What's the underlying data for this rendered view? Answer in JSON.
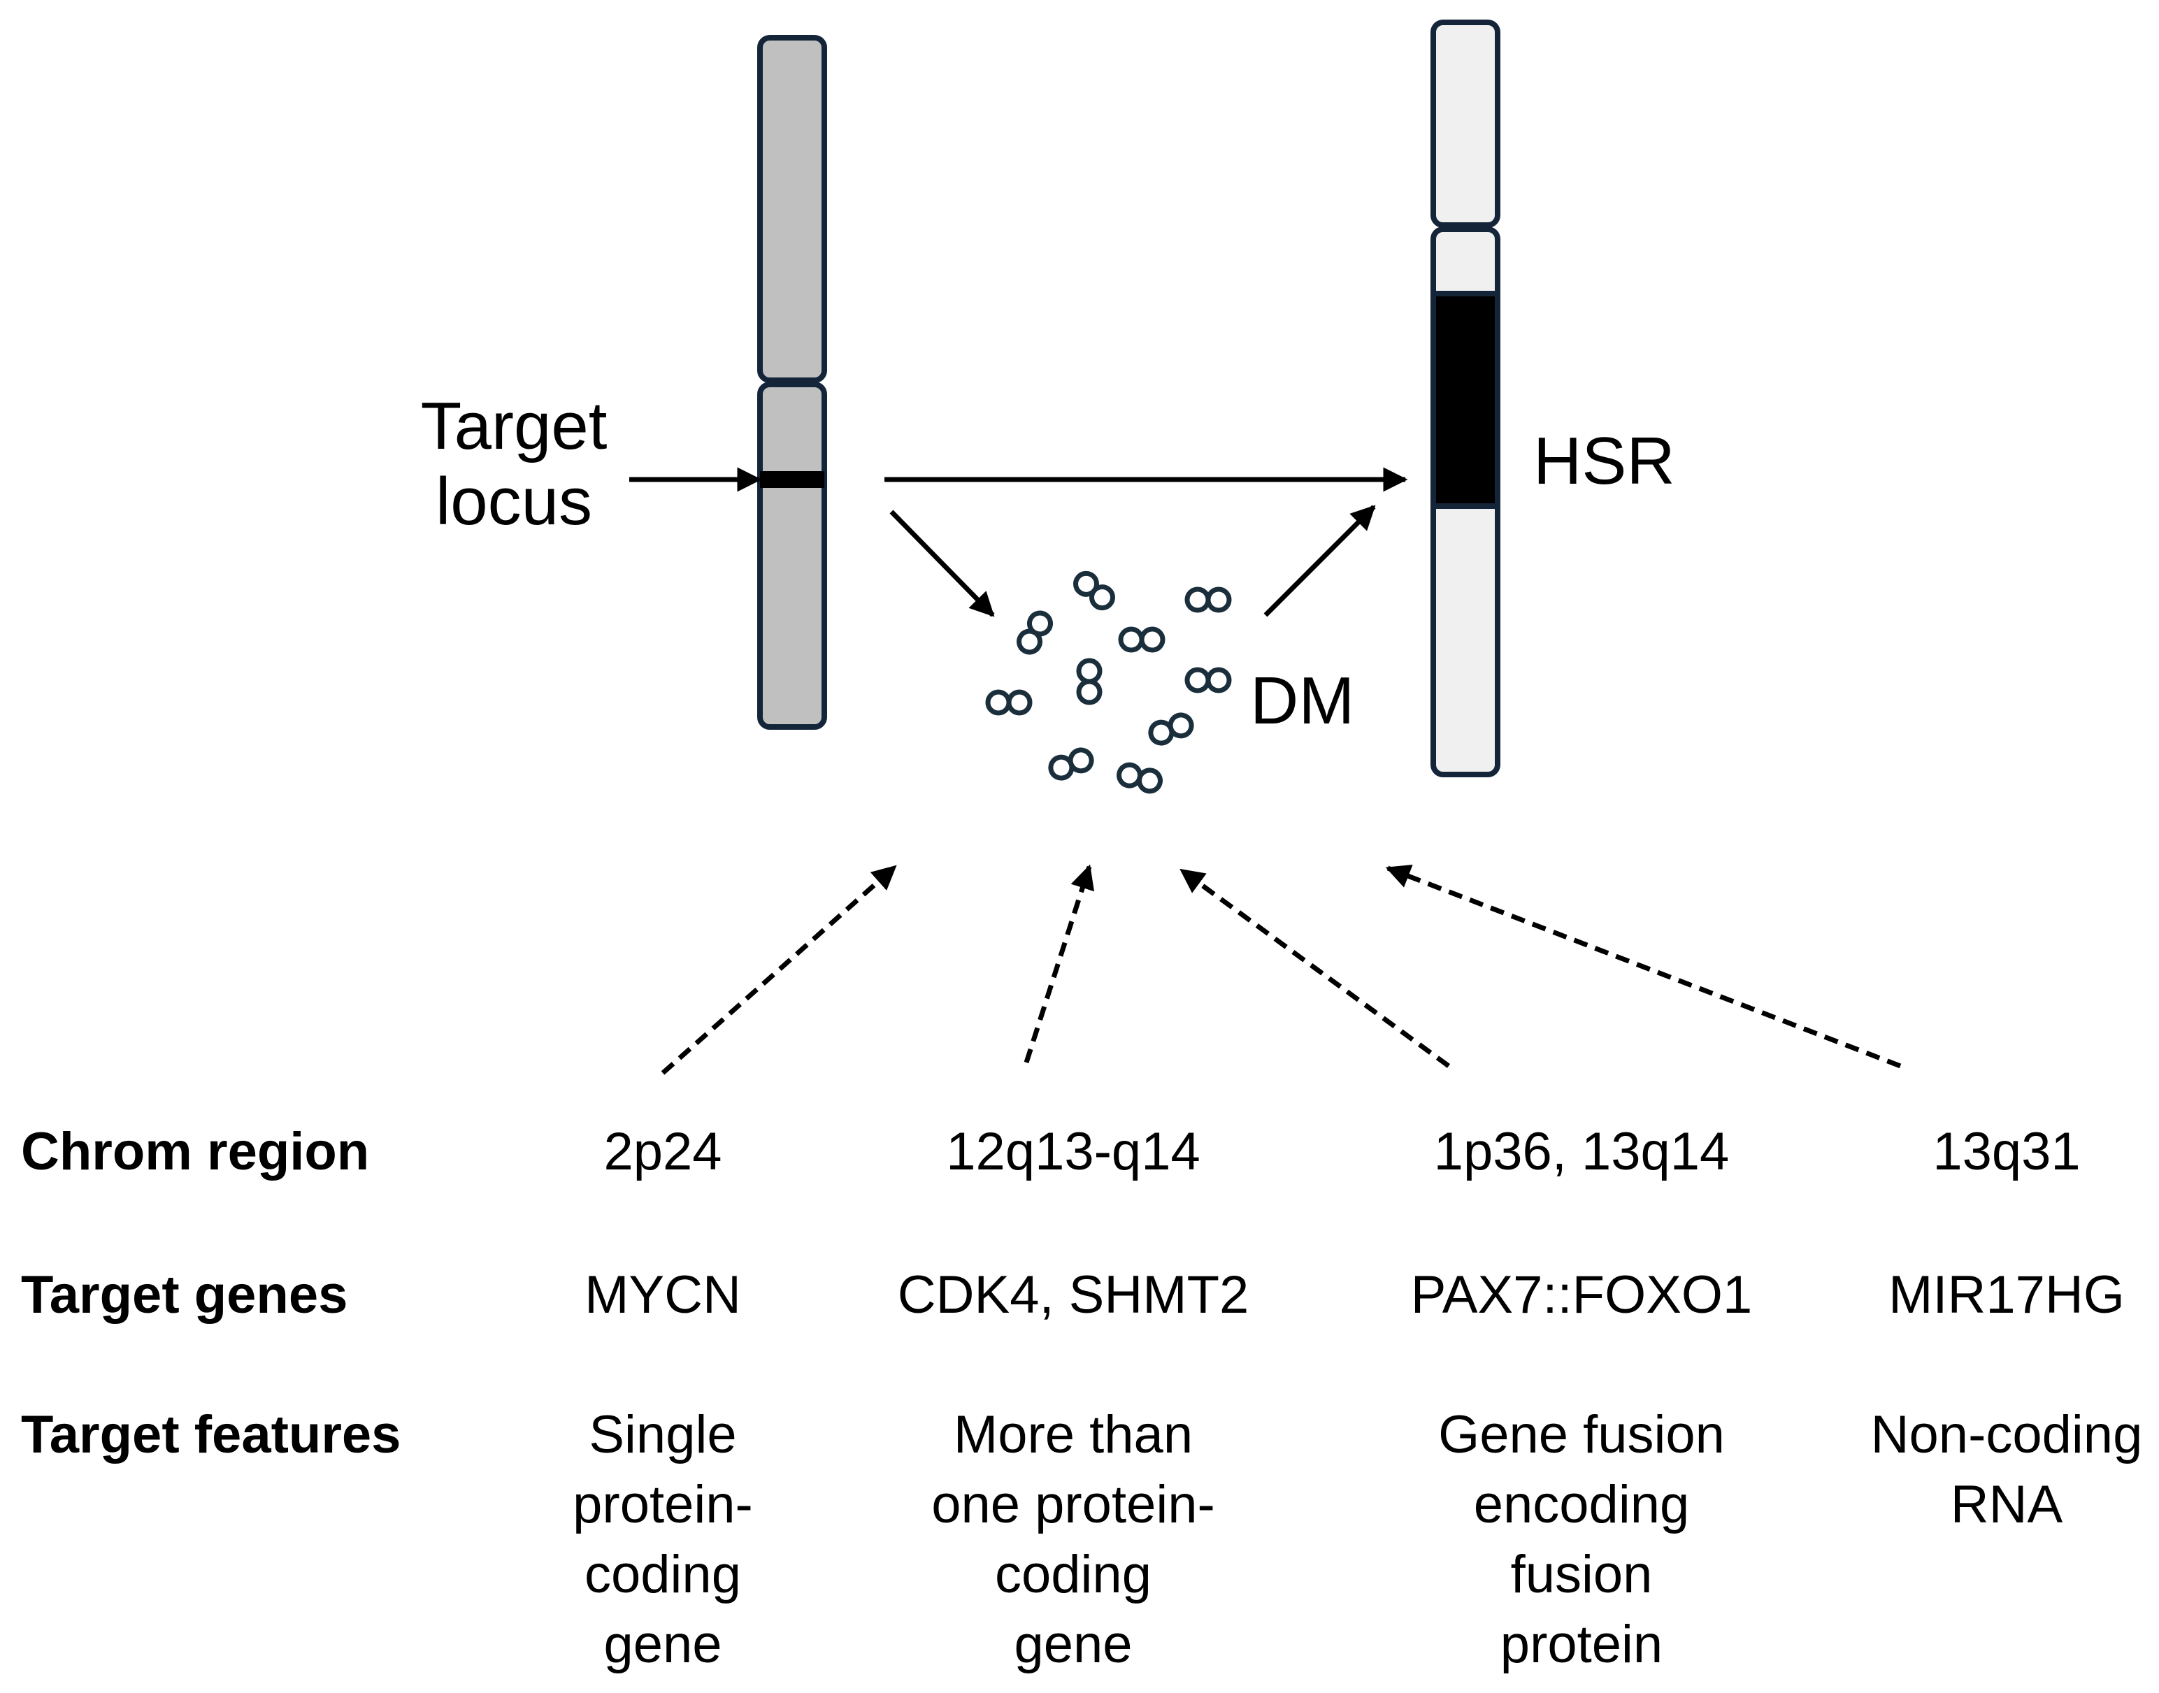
{
  "labels": {
    "target_locus": "Target\nlocus",
    "hsr": "HSR",
    "dm": "DM"
  },
  "table": {
    "row_headers": [
      "Chrom region",
      "Target genes",
      "Target features"
    ],
    "columns": [
      {
        "region": "2p24",
        "genes": "MYCN",
        "features": "Single\nprotein-\ncoding\ngene"
      },
      {
        "region": "12q13-q14",
        "genes": "CDK4, SHMT2",
        "features": "More than\none protein-\ncoding\ngene"
      },
      {
        "region": "1p36, 13q14",
        "genes": "PAX7::FOXO1",
        "features": "Gene fusion\nencoding\nfusion\nprotein"
      },
      {
        "region": "13q31",
        "genes": "MIR17HG",
        "features": "Non-coding\nRNA"
      }
    ]
  },
  "colors": {
    "chromosome_grey": "#c0c0c0",
    "chromosome_white": "#f0f0f0",
    "outline": "#14253a",
    "band": "#000000",
    "dm_ring": "#1a2e3b"
  }
}
